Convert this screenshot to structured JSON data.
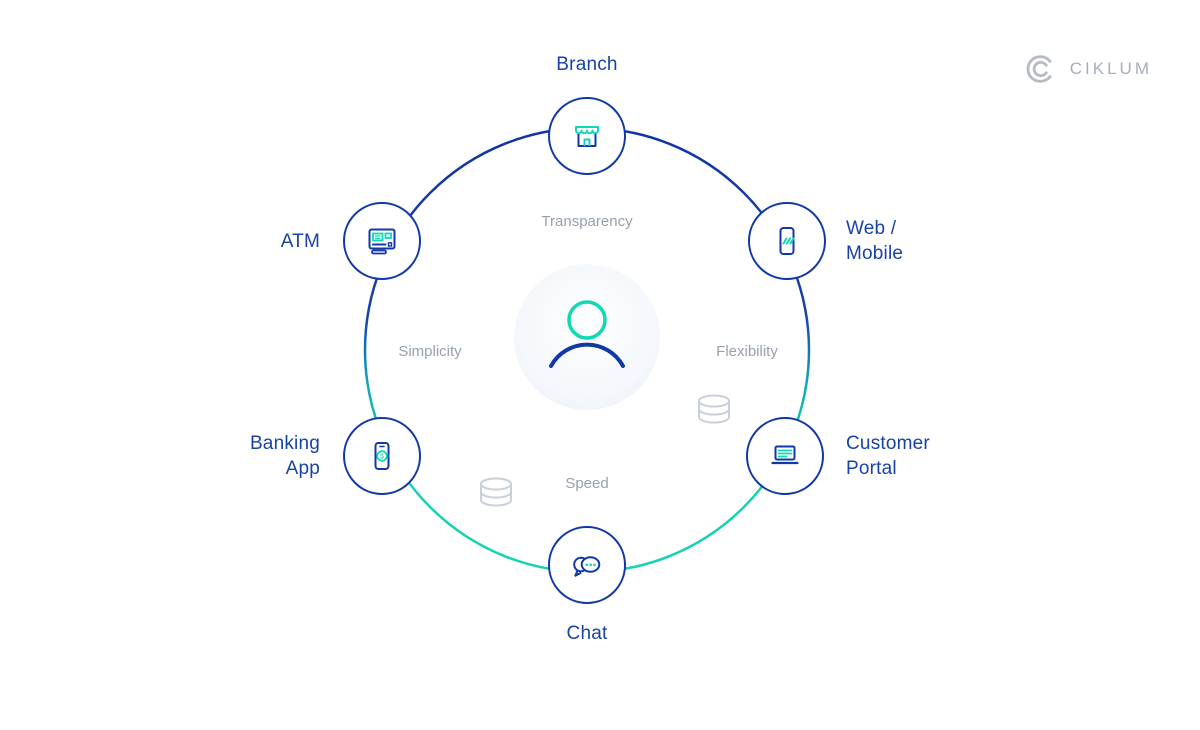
{
  "logo": {
    "brand": "CIKLUM"
  },
  "colors": {
    "blue": "#1238A8",
    "teal": "#12D7B4",
    "label_blue": "#1843A5",
    "value_gray": "#97A0AF",
    "logo_gray": "#AEB6C2",
    "db_gray": "#C9CFD8"
  },
  "icons": {
    "center": "person-icon",
    "branch": "storefront-icon",
    "web": "smartphone-signal-icon",
    "portal": "laptop-icon",
    "chat": "chat-bubbles-icon",
    "banking": "mobile-payment-icon",
    "atm": "atm-machine-icon",
    "database": "database-icon",
    "logo_mark": "ciklum-logo-mark",
    "banking_symbol": "$"
  },
  "nodes": {
    "branch": {
      "label": "Branch"
    },
    "web": {
      "line1": "Web /",
      "line2": "Mobile"
    },
    "portal": {
      "line1": "Customer",
      "line2": "Portal"
    },
    "chat": {
      "label": "Chat"
    },
    "banking": {
      "line1": "Banking",
      "line2": "App"
    },
    "atm": {
      "label": "ATM"
    }
  },
  "values": {
    "top": "Transparency",
    "right": "Flexibility",
    "bottom": "Speed",
    "left": "Simplicity"
  }
}
